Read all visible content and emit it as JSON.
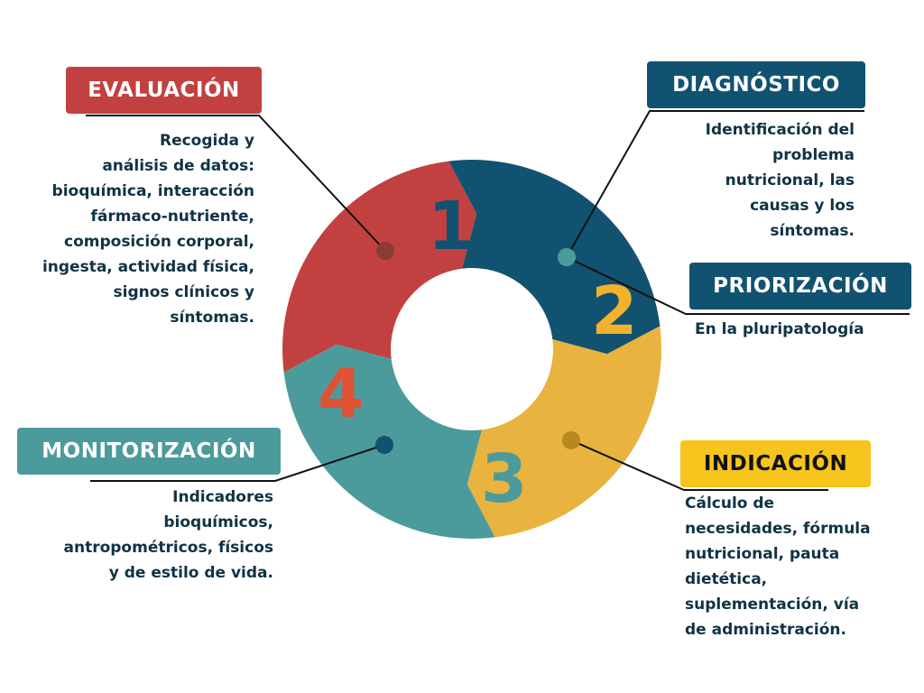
{
  "colors": {
    "red": "#c24140",
    "blue": "#125271",
    "yellow": "#e8b33e",
    "teal": "#4c9b9c",
    "label_yellow": "#f6c41c",
    "text": "#0f3345"
  },
  "steps": [
    {
      "number": "1",
      "label": "EVALUACIÓN",
      "description": [
        "Recogida y",
        "análisis de datos:",
        "bioquímica, interacción",
        "fármaco-nutriente,",
        "composición corporal,",
        "ingesta, actividad física,",
        "signos clínicos y",
        "síntomas."
      ]
    },
    {
      "number": "2",
      "label": "DIAGNÓSTICO",
      "description": [
        "Identificación del",
        "problema",
        "nutricional, las",
        "causas y los",
        "síntomas."
      ]
    },
    {
      "number": "3",
      "label": "INDICACIÓN",
      "description": [
        "Cálculo de",
        "necesidades, fórmula",
        "nutricional, pauta",
        "dietética,",
        "suplementación, vía",
        "de administración."
      ]
    },
    {
      "number": "4",
      "label": "MONITORIZACIÓN",
      "description": [
        "Indicadores",
        "bioquímicos,",
        "antropométricos, físicos",
        "y de estilo de vida."
      ]
    }
  ],
  "priorizacion": {
    "label": "PRIORIZACIÓN",
    "description": "En la pluripatología"
  }
}
